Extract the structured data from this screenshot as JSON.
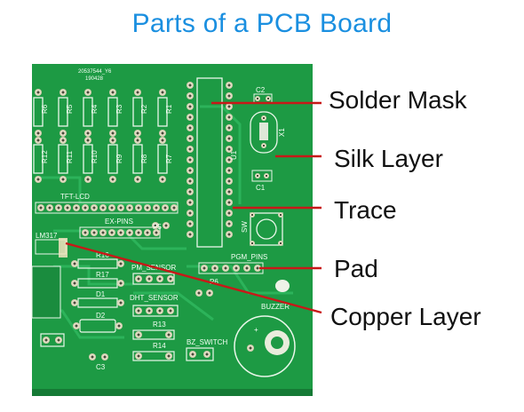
{
  "title": "Parts of a PCB Board",
  "labels": {
    "solder_mask": "Solder Mask",
    "silk_layer": "Silk Layer",
    "trace": "Trace",
    "pad": "Pad",
    "copper_layer": "Copper Layer"
  },
  "board_text": {
    "serial_1": "20537544_Y6",
    "serial_2": "190428",
    "r6": "R6",
    "r5": "R5",
    "r4": "R4",
    "r3": "R3",
    "r2": "R2",
    "r1": "R1",
    "r12": "R12",
    "r11": "R11",
    "r10": "R10",
    "r9": "R9",
    "r8": "R8",
    "r7": "R7",
    "tft_lcd": "TFT-LCD",
    "ex_pins": "EX-PINS",
    "p5": "P5",
    "lm317": "LM317",
    "r16": "R16",
    "r17": "R17",
    "d1": "D1",
    "d2": "D2",
    "c3": "C3",
    "pm_sensor": "PM_SENSOR",
    "dht_sensor": "DHT_SENSOR",
    "r13": "R13",
    "r14": "R14",
    "bz_switch": "BZ_SWITCH",
    "pgm_pins": "PGM_PINS",
    "p6": "P6",
    "buzzer": "BUZZER",
    "c2": "C2",
    "c1": "C1",
    "x1": "X1",
    "u1": "U1",
    "sw": "SW"
  },
  "colors": {
    "title": "#1a8fe0",
    "board": "#1d9a44",
    "board_dark": "#157a35",
    "silk": "#f4fff4",
    "pad": "#d8d4b8",
    "leader_line": "#c81818"
  }
}
